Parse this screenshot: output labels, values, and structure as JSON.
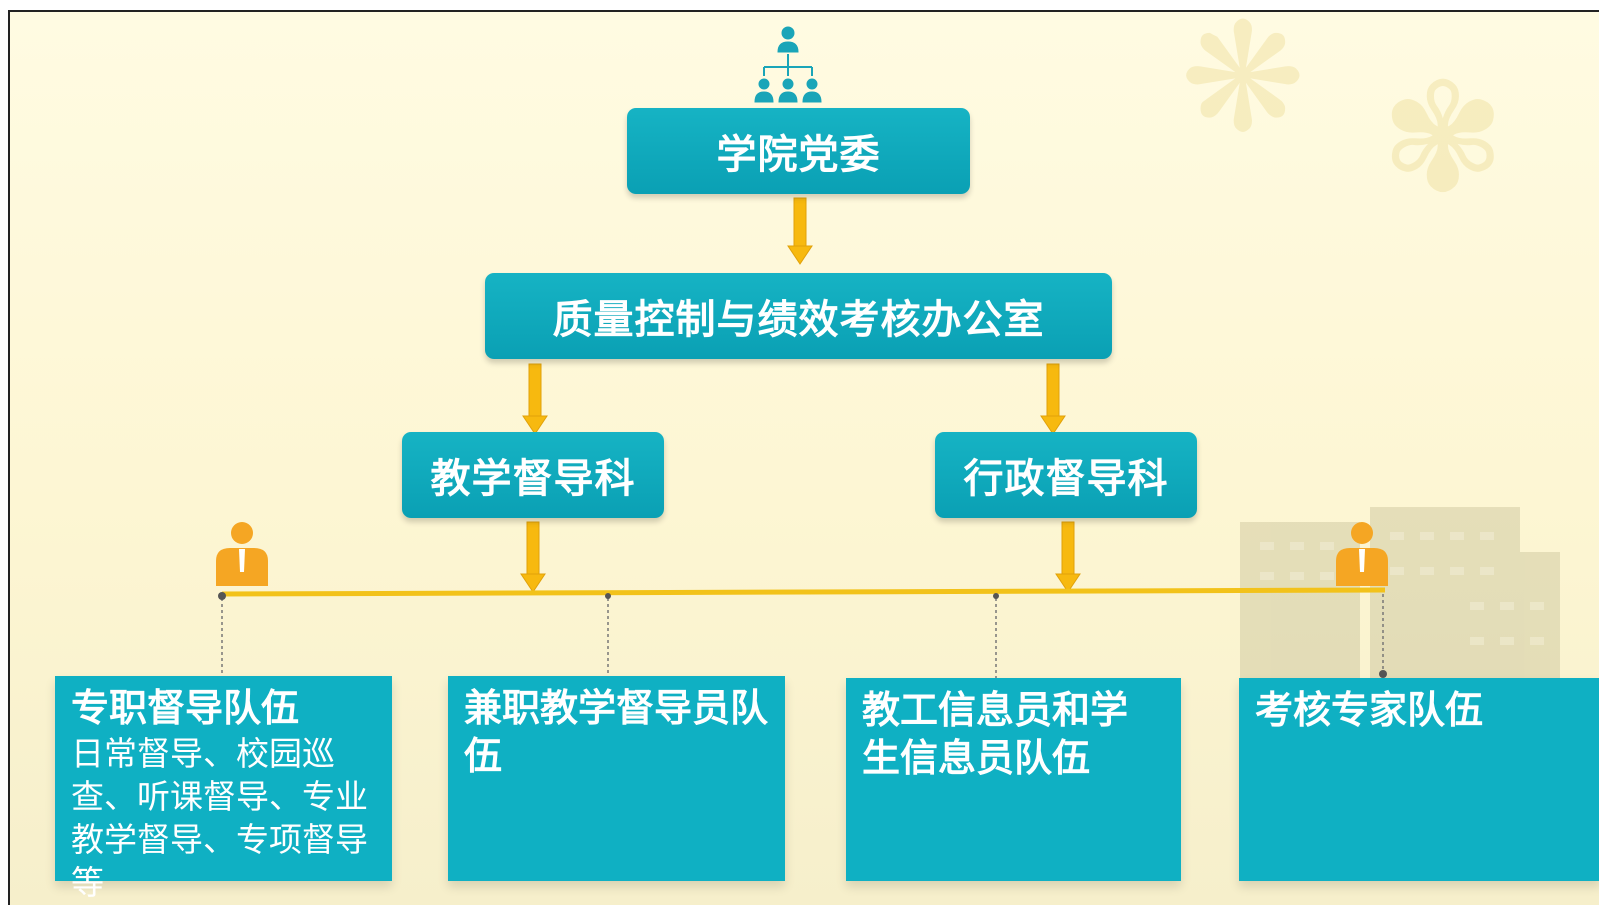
{
  "colors": {
    "box": "#0fa8bb",
    "arrow": "#f7b90f",
    "line": "#f2c21a",
    "person": "#f5a623"
  },
  "top": {
    "icon": "org-chart-icon",
    "label": "学院党委"
  },
  "mid": {
    "label": "质量控制与绩效考核办公室"
  },
  "departments": [
    {
      "label": "教学督导科"
    },
    {
      "label": "行政督导科"
    }
  ],
  "teams": [
    {
      "title": "专职督导队伍",
      "desc": "日常督导、校园巡查、听课督导、专业教学督导、专项督导等"
    },
    {
      "title": "兼职教学督导员队伍",
      "desc": ""
    },
    {
      "title": "教工信息员和学生信息员队伍",
      "desc": ""
    },
    {
      "title": "考核专家队伍",
      "desc": ""
    }
  ]
}
